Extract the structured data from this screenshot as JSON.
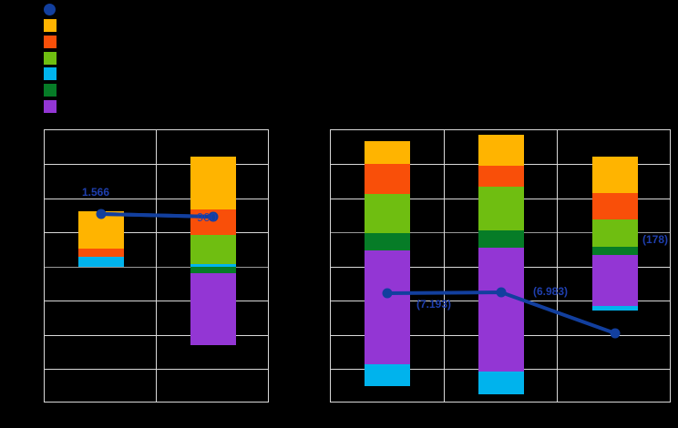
{
  "legend": {
    "position": "top-left",
    "items": [
      {
        "name": "series-line",
        "marker": "circle",
        "color": "#123f9e",
        "label": ""
      },
      {
        "name": "series-amber",
        "marker": "square",
        "color": "#ffb400",
        "label": ""
      },
      {
        "name": "series-orange",
        "marker": "square",
        "color": "#f94f09",
        "label": ""
      },
      {
        "name": "series-lime",
        "marker": "square",
        "color": "#6fbe11",
        "label": ""
      },
      {
        "name": "series-cyan",
        "marker": "square",
        "color": "#00b3ed",
        "label": ""
      },
      {
        "name": "series-darkgreen",
        "marker": "square",
        "color": "#067c27",
        "label": ""
      },
      {
        "name": "series-purple",
        "marker": "square",
        "color": "#9336d4",
        "label": ""
      }
    ]
  },
  "chart_data": [
    {
      "id": "left-chart",
      "type": "bar",
      "stacked": true,
      "title": "",
      "xlabel": "",
      "ylabel": "",
      "grid": true,
      "categories": [
        "",
        ""
      ],
      "series": [
        {
          "name": "series-amber",
          "color": "#ffb400",
          "values": [
            1100,
            1550
          ]
        },
        {
          "name": "series-orange",
          "color": "#f94f09",
          "values": [
            215,
            750
          ]
        },
        {
          "name": "series-lime",
          "color": "#6fbe11",
          "values": [
            0,
            855
          ]
        },
        {
          "name": "series-cyan",
          "color": "#00b3ed",
          "values": [
            320,
            80
          ]
        },
        {
          "name": "series-darkgreen",
          "color": "#067c27",
          "values": [
            0,
            185
          ]
        },
        {
          "name": "series-purple",
          "color": "#9336d4",
          "values": [
            0,
            2110
          ]
        }
      ],
      "line": {
        "name": "series-line",
        "color": "#123f9e",
        "points": [
          {
            "x_index": 0,
            "value": 1566,
            "label": "1.566"
          },
          {
            "x_index": 1,
            "value": 900,
            "label": ""
          }
        ]
      },
      "segment_labels": [
        {
          "x_index": 1,
          "series": "series-orange",
          "text": "900"
        }
      ]
    },
    {
      "id": "right-chart",
      "type": "bar",
      "stacked": true,
      "title": "",
      "xlabel": "",
      "ylabel": "",
      "grid": true,
      "categories": [
        "",
        "",
        ""
      ],
      "series": [
        {
          "name": "series-amber",
          "color": "#ffb400",
          "values": [
            670,
            910,
            1070
          ]
        },
        {
          "name": "series-orange",
          "color": "#f94f09",
          "values": [
            880,
            615,
            775
          ]
        },
        {
          "name": "series-lime",
          "color": "#6fbe11",
          "values": [
            1150,
            1285,
            800
          ]
        },
        {
          "name": "series-darkgreen",
          "color": "#067c27",
          "values": [
            510,
            510,
            240
          ]
        },
        {
          "name": "series-purple",
          "color": "#9336d4",
          "values": [
            3340,
            3635,
            1495
          ]
        },
        {
          "name": "series-cyan",
          "color": "#00b3ed",
          "values": [
            640,
            670,
            135
          ]
        }
      ],
      "line": {
        "name": "series-line",
        "color": "#123f9e",
        "points": [
          {
            "x_index": 0,
            "value": -7193,
            "label": "(7.193)"
          },
          {
            "x_index": 1,
            "value": -6983,
            "label": "(6.983)"
          },
          {
            "x_index": 2,
            "value": -178,
            "label": "(178)"
          }
        ]
      },
      "segment_labels": []
    }
  ],
  "colors": {
    "background": "#000000",
    "gridline": "#d9d9d9",
    "axis": "#9a9a9a",
    "line_series": "#123f9e",
    "label_text": "#1f3fae"
  }
}
